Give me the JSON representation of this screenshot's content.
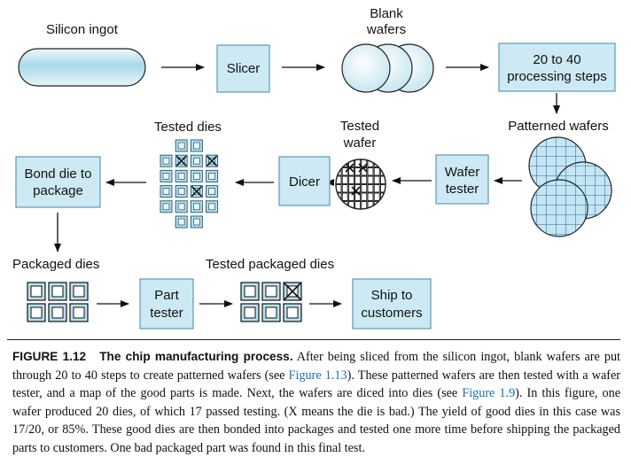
{
  "colors": {
    "box_fill": "#cde9f3",
    "box_stroke": "#5a99b6",
    "die_fill": "#b9e1ef",
    "wafer_grid": "#1a6fb0",
    "arrow": "#111111"
  },
  "diagram": {
    "silicon_ingot_label": "Silicon ingot",
    "blank_wafers_label_1": "Blank",
    "blank_wafers_label_2": "wafers",
    "slicer_label": "Slicer",
    "processing_line_1": "20 to 40",
    "processing_line_2": "processing steps",
    "patterned_wafers_label": "Patterned wafers",
    "wafer_tester_line_1": "Wafer",
    "wafer_tester_line_2": "tester",
    "tested_wafer_line_1": "Tested",
    "tested_wafer_line_2": "wafer",
    "dicer_label": "Dicer",
    "tested_dies_label": "Tested dies",
    "bond_line_1": "Bond die to",
    "bond_line_2": "package",
    "packaged_dies_label": "Packaged dies",
    "part_tester_line_1": "Part",
    "part_tester_line_2": "tester",
    "tested_packaged_dies_label": "Tested packaged dies",
    "ship_line_1": "Ship to",
    "ship_line_2": "customers",
    "tested_dies_total": 20,
    "tested_dies_bad": 3,
    "packaged_bad": 1
  },
  "caption": {
    "label": "FIGURE 1.12",
    "title": "The chip manufacturing process.",
    "text_1": " After being sliced from the silicon ingot, blank wafers are put through 20 to 40 steps to create patterned wafers (see ",
    "ref_1": "Figure 1.13",
    "text_2": "). These patterned wafers are then tested with a wafer tester, and a map of the good parts is made. Next, the wafers are diced into dies (see ",
    "ref_2": "Figure 1.9",
    "text_3": "). In this figure, one wafer produced 20 dies, of which 17 passed testing. (X means the die is bad.) The yield of good dies in this case was 17/20, or 85%. These good dies are then bonded into packages and tested one more time before shipping the packaged parts to customers. One bad packaged part was found in this final test."
  }
}
